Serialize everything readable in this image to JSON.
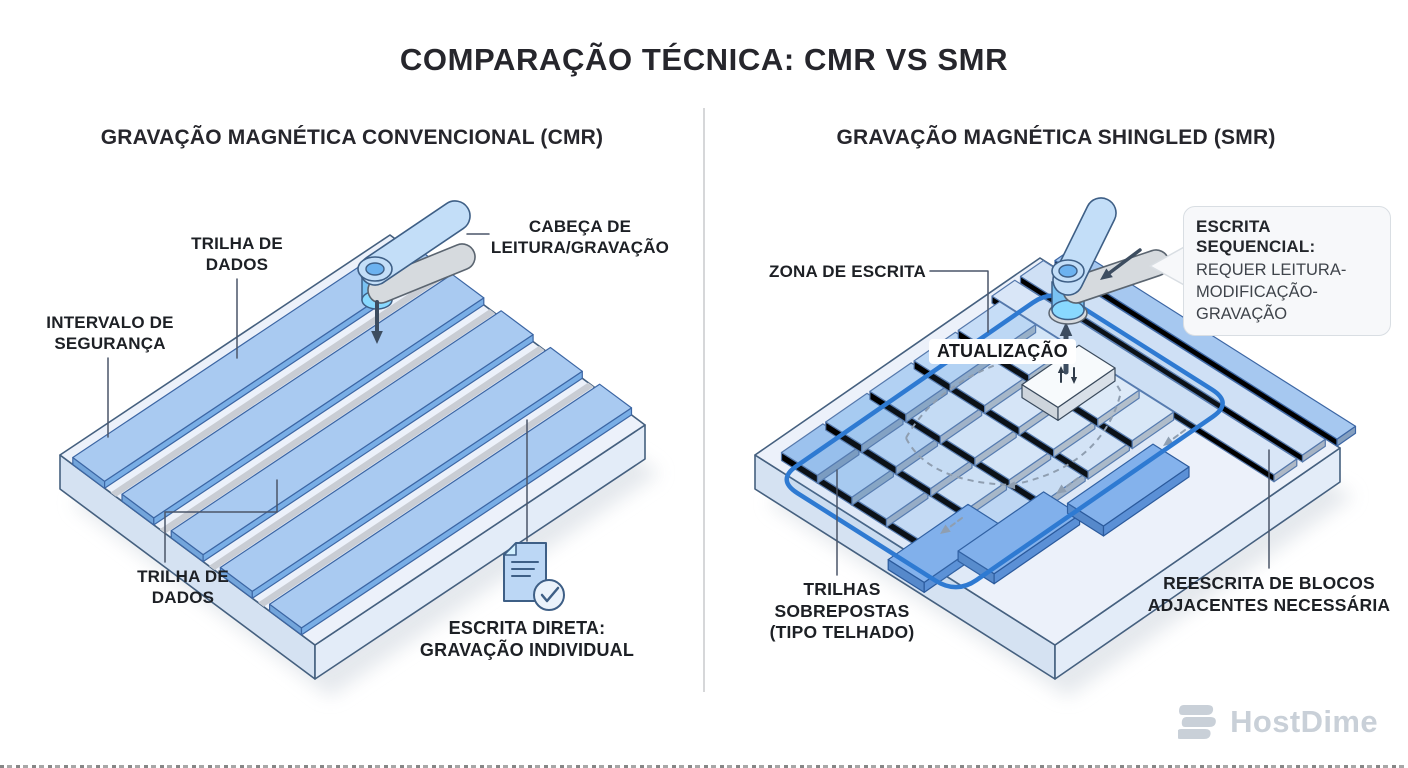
{
  "title": "COMPARAÇÃO TÉCNICA: CMR VS SMR",
  "cmr": {
    "header": "GRAVAÇÃO MAGNÉTICA CONVENCIONAL (CMR)",
    "labels": {
      "track_top": [
        "TRILHA DE",
        "DADOS"
      ],
      "head": [
        "CABEÇA DE",
        "LEITURA/GRAVAÇÃO"
      ],
      "gap": [
        "INTERVALO DE",
        "SEGURANÇA"
      ],
      "track_bottom": [
        "TRILHA DE",
        "DADOS"
      ],
      "write_mode": [
        "ESCRITA DIRETA:",
        "GRAVAÇÃO INDIVIDUAL"
      ]
    }
  },
  "smr": {
    "header": "GRAVAÇÃO MAGNÉTICA SHINGLED (SMR)",
    "labels": {
      "zone": "ZONA DE ESCRITA",
      "update": "ATUALIZAÇÃO",
      "tracks": [
        "TRILHAS",
        "SOBREPOSTAS",
        "(TIPO TELHADO)"
      ],
      "rewrite": [
        "REESCRITA DE BLOCOS",
        "ADJACENTES NECESSÁRIA"
      ]
    },
    "callout": {
      "title": "ESCRITA SEQUENCIAL:",
      "body": [
        "REQUER LEITURA-",
        "MODIFICAÇÃO-",
        "GRAVAÇÃO"
      ]
    }
  },
  "watermark": "HostDime",
  "colors": {
    "background": "#ffffff",
    "ink": "#1d2025",
    "slab_top": "#ecf1fa",
    "slab_left": "#d5e2f2",
    "slab_right": "#e3ecf8",
    "outline": "#45607f",
    "track_top": "#a9caf1",
    "track_side": "#79aee6",
    "stripe_stroke": "#3c66a4",
    "gap_gray": "#c9cdd4",
    "zone_blue": "#2e7ad2",
    "dark_tile_top": "#84b2ec",
    "dark_tile_side": "#5b90d6",
    "update_tile": "#f7fafc",
    "arrow_dark": "#3d4d60",
    "dashed_gray": "#939eab",
    "head_blue": "#c3def8",
    "head_gray": "#d6dade",
    "head_cyl": "#7ac2f2",
    "pivot_blue": "#6cb2f0",
    "bubble_bg": "#f7f8fa",
    "bubble_border": "#d9dee3",
    "leader": "#4a5568",
    "doc_blue": "#bcd7f5",
    "watermark_gray": "#c9d0d8",
    "shadow": "#e2e6eb"
  }
}
